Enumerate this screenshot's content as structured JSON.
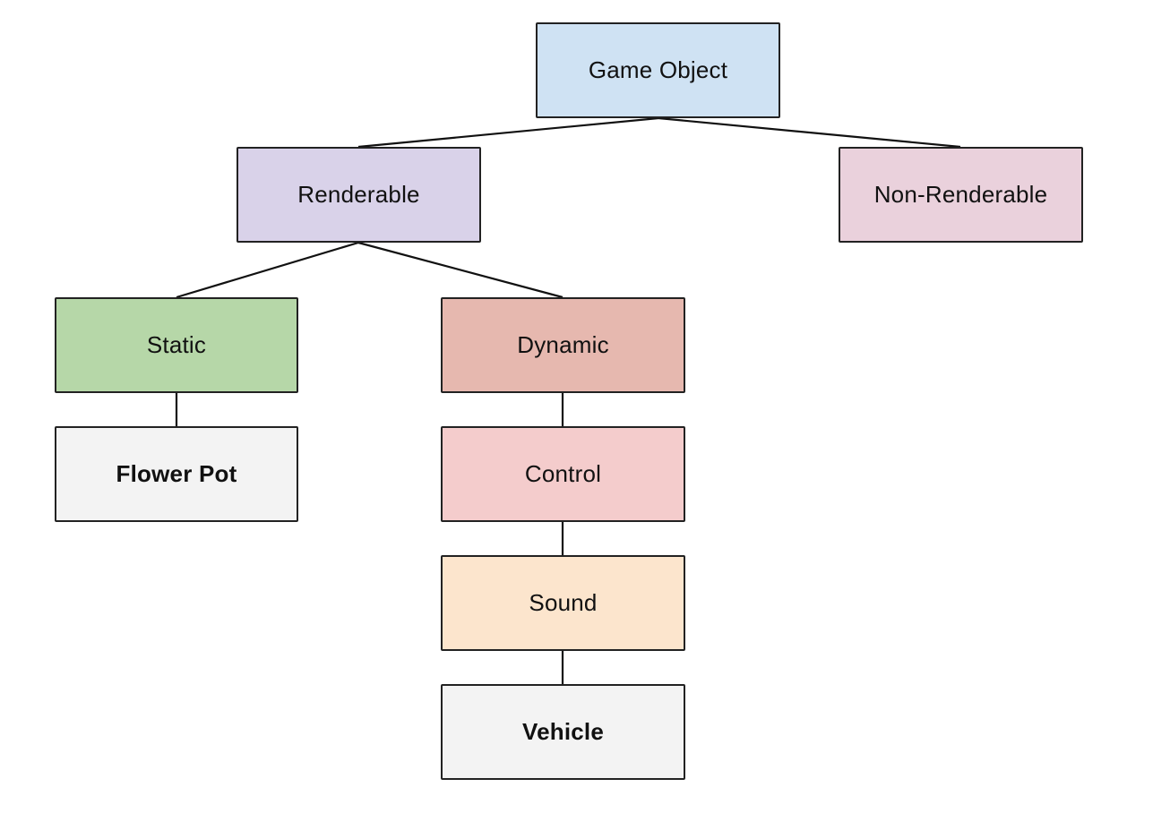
{
  "diagram": {
    "type": "tree",
    "nodes": {
      "game_object": {
        "label": "Game Object",
        "color": "#cfe2f3",
        "bold": false
      },
      "renderable": {
        "label": "Renderable",
        "color": "#d9d2e9",
        "bold": false
      },
      "non_renderable": {
        "label": "Non-Renderable",
        "color": "#ead1dc",
        "bold": false
      },
      "static": {
        "label": "Static",
        "color": "#b6d7a8",
        "bold": false
      },
      "dynamic": {
        "label": "Dynamic",
        "color": "#e6b8af",
        "bold": false
      },
      "flower_pot": {
        "label": "Flower Pot",
        "color": "#f3f3f3",
        "bold": true
      },
      "control": {
        "label": "Control",
        "color": "#f4cccc",
        "bold": false
      },
      "sound": {
        "label": "Sound",
        "color": "#fce5cd",
        "bold": false
      },
      "vehicle": {
        "label": "Vehicle",
        "color": "#f3f3f3",
        "bold": true
      }
    },
    "edges": [
      [
        "game_object",
        "renderable"
      ],
      [
        "game_object",
        "non_renderable"
      ],
      [
        "renderable",
        "static"
      ],
      [
        "renderable",
        "dynamic"
      ],
      [
        "static",
        "flower_pot"
      ],
      [
        "dynamic",
        "control"
      ],
      [
        "control",
        "sound"
      ],
      [
        "sound",
        "vehicle"
      ]
    ],
    "line_color": "#111111"
  }
}
